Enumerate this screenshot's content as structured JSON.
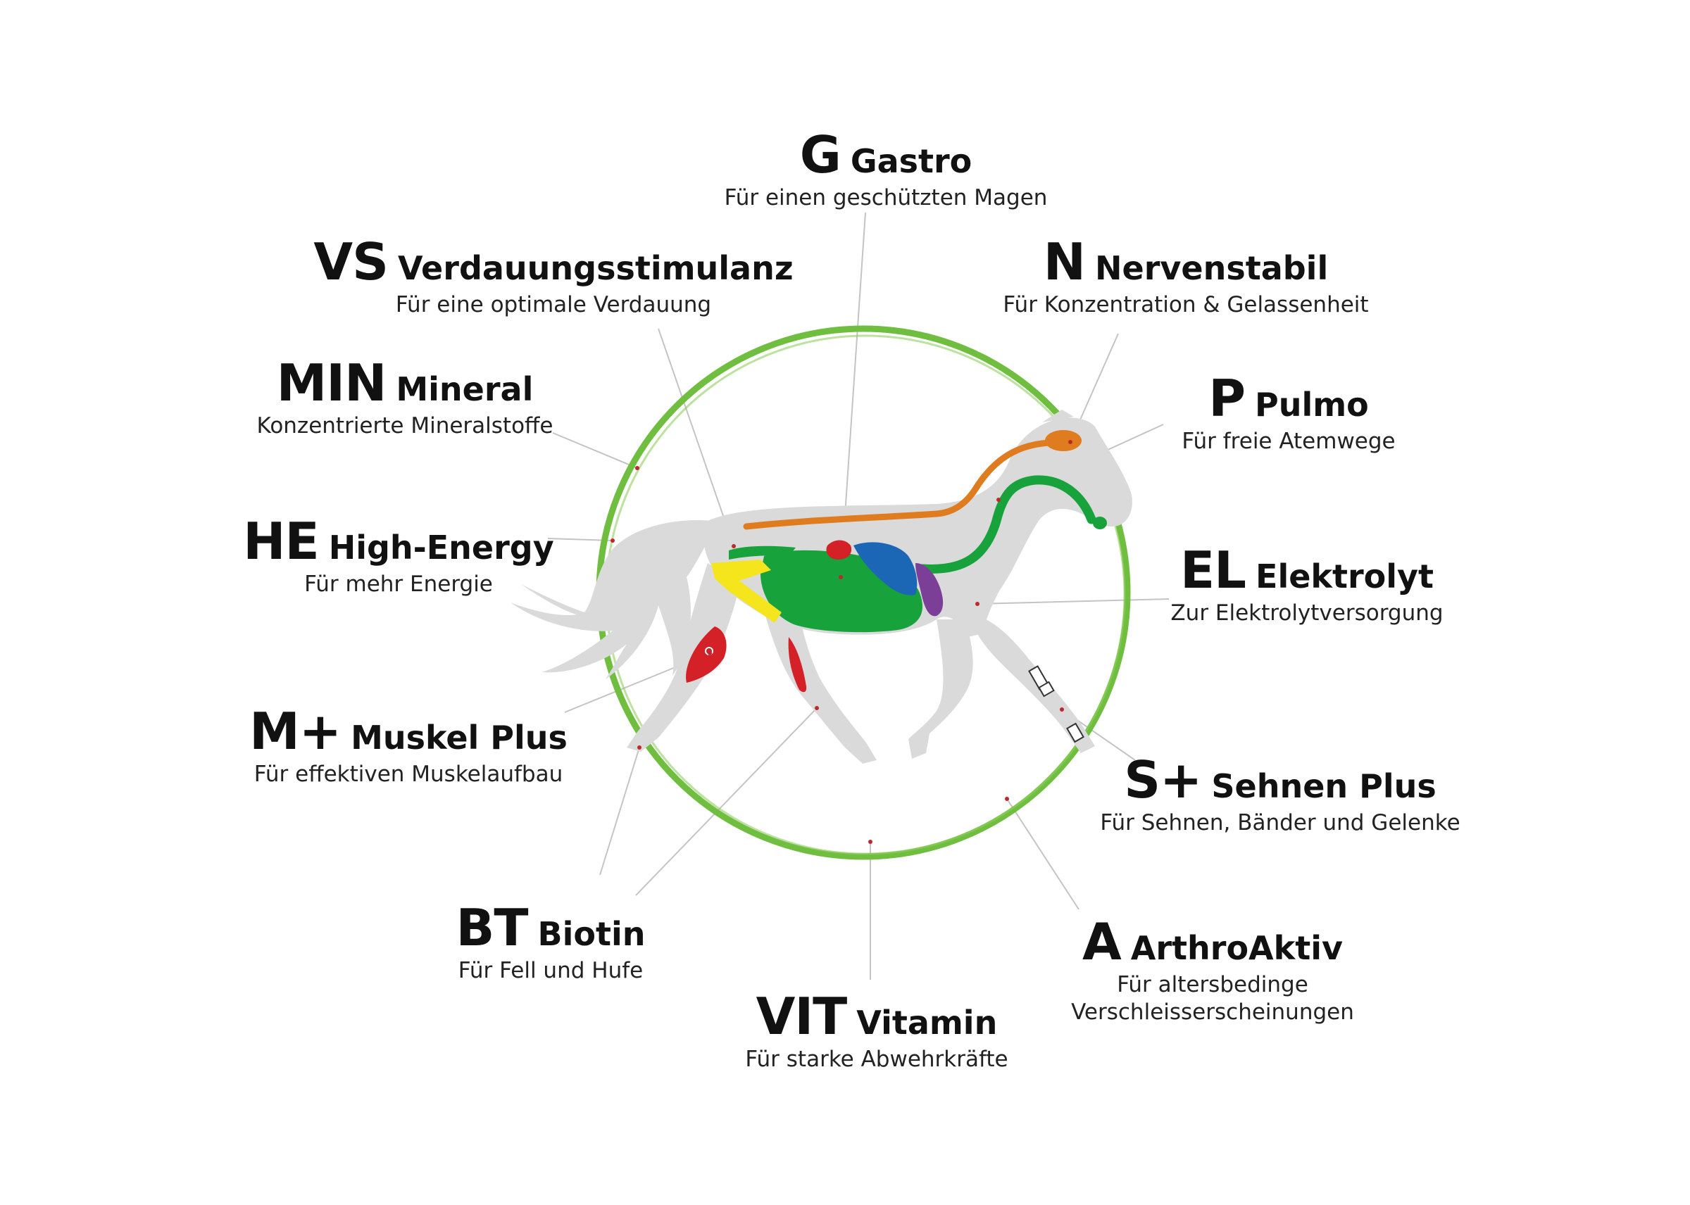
{
  "colors": {
    "ring": "#6fbe3f",
    "horse": "#dadada",
    "digestive": "#17a23c",
    "stomach_red": "#d42027",
    "liver_blue": "#1b66b5",
    "kidney_purple": "#7b3f98",
    "nerve_orange": "#de7c1f",
    "bladder_yellow": "#f4e51d",
    "muscle_red": "#d42027",
    "leader": "#c4c4c4",
    "dot": "#c0272d"
  },
  "items": [
    {
      "id": "g",
      "code": "G",
      "name": "Gastro",
      "desc": "Für einen geschützten Magen"
    },
    {
      "id": "vs",
      "code": "VS",
      "name": "Verdauungsstimulanz",
      "desc": "Für eine optimale Verdauung"
    },
    {
      "id": "n",
      "code": "N",
      "name": "Nervenstabil",
      "desc": "Für Konzentration & Gelassenheit"
    },
    {
      "id": "min",
      "code": "MIN",
      "name": "Mineral",
      "desc": "Konzentrierte Mineralstoffe"
    },
    {
      "id": "p",
      "code": "P",
      "name": "Pulmo",
      "desc": "Für freie Atemwege"
    },
    {
      "id": "he",
      "code": "HE",
      "name": "High-Energy",
      "desc": "Für mehr Energie"
    },
    {
      "id": "el",
      "code": "EL",
      "name": "Elektrolyt",
      "desc": "Zur Elektrolytversorgung"
    },
    {
      "id": "mplus",
      "code": "M+",
      "name": "Muskel Plus",
      "desc": "Für effektiven Muskelaufbau"
    },
    {
      "id": "splus",
      "code": "S+",
      "name": "Sehnen Plus",
      "desc": "Für Sehnen, Bänder und Gelenke"
    },
    {
      "id": "bt",
      "code": "BT",
      "name": "Biotin",
      "desc": "Für Fell und Hufe"
    },
    {
      "id": "a",
      "code": "A",
      "name": "ArthroAktiv",
      "desc": "Für altersbedinge",
      "desc2": "Verschleisserscheinungen"
    },
    {
      "id": "vit",
      "code": "VIT",
      "name": "Vitamin",
      "desc": "Für starke Abwehrkräfte"
    }
  ]
}
